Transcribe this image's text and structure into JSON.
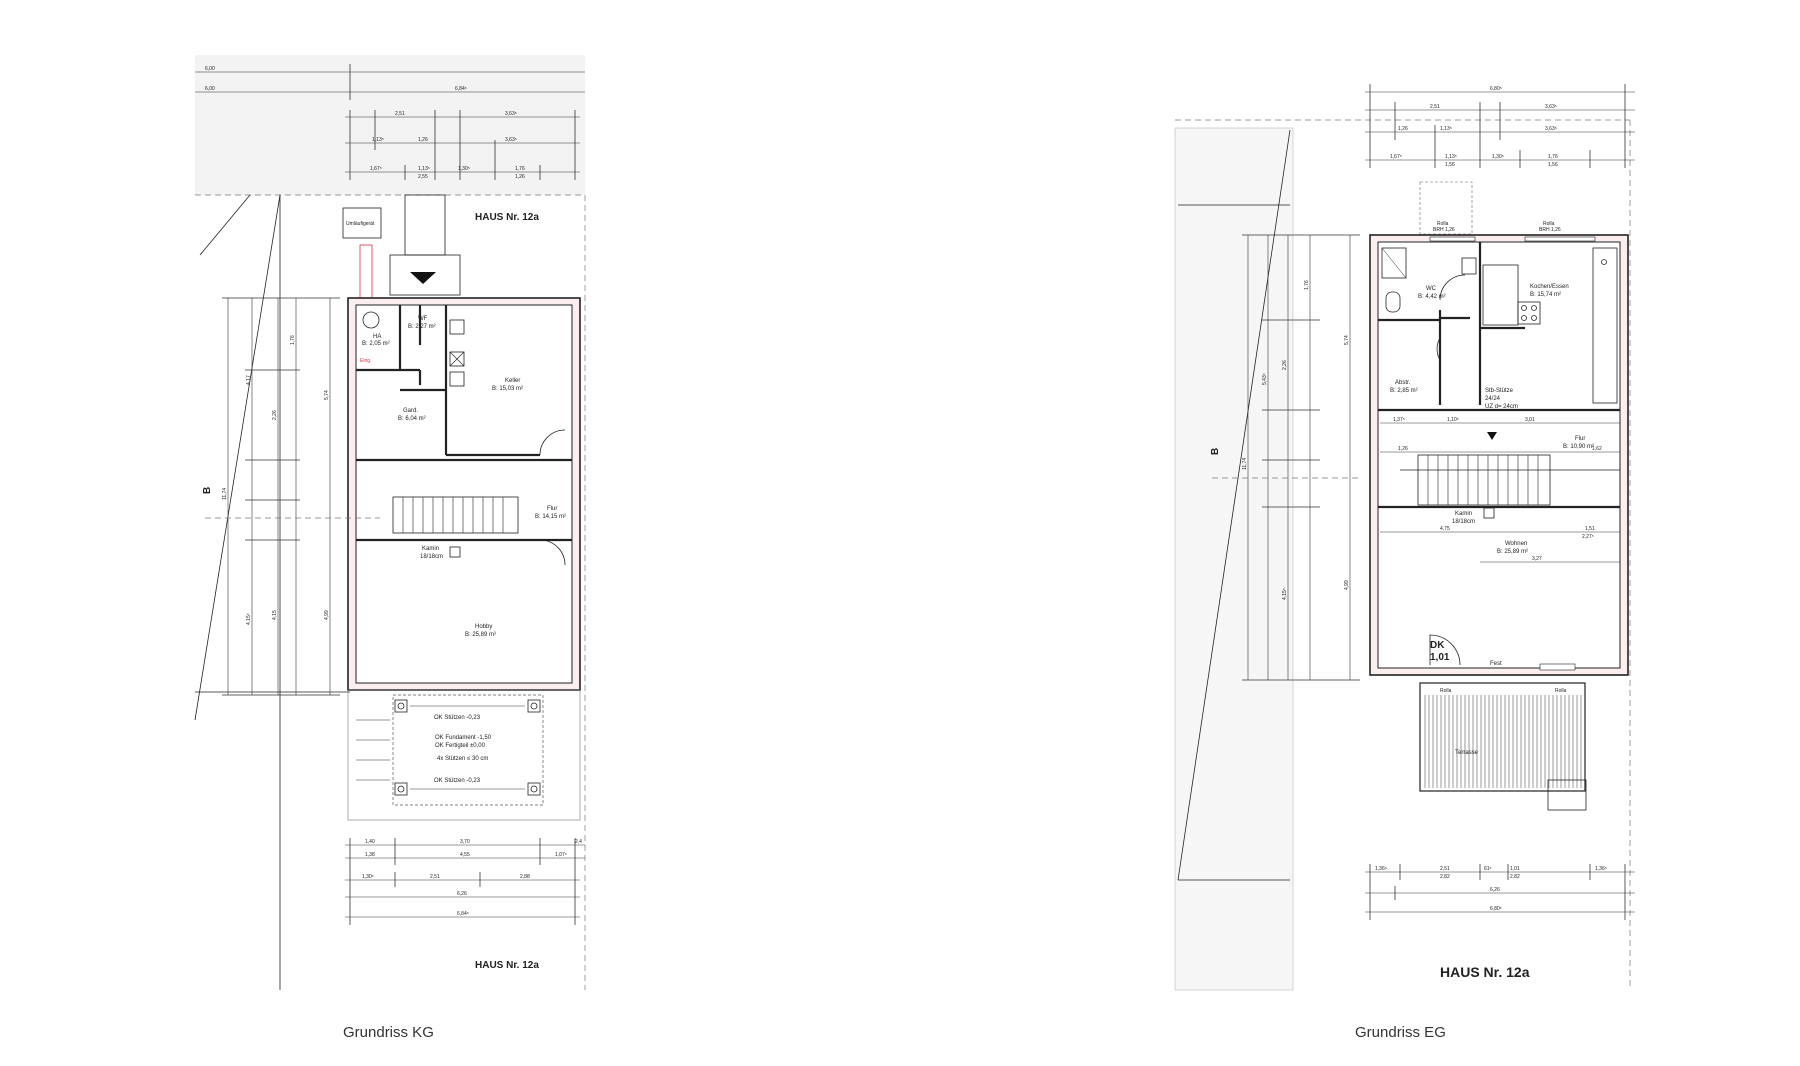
{
  "captions": {
    "kg": "Grundriss KG",
    "eg": "Grundriss EG"
  },
  "kg": {
    "house_label_top": "HAUS Nr. 12a",
    "house_label_bottom": "HAUS Nr. 12a",
    "section_mark": "B",
    "muell": "Umläufigerät",
    "entry_red": "Eing.",
    "rooms": [
      {
        "key": "ha",
        "name": "HA",
        "area": "B: 2,05 m²"
      },
      {
        "key": "wf",
        "name": "WF",
        "area": "B: 2,27 m²"
      },
      {
        "key": "keller",
        "name": "Keller",
        "area": "B: 15,03 m²"
      },
      {
        "key": "gard",
        "name": "Gard.",
        "area": "B: 6,04 m²"
      },
      {
        "key": "flur",
        "name": "Flur",
        "area": "B: 14,15 m²"
      },
      {
        "key": "kamin",
        "name": "Kamin",
        "area": "18/18cm"
      },
      {
        "key": "hobby",
        "name": "Hobby",
        "area": "B: 25,89 m²"
      }
    ],
    "notes": [
      "OK Stützen -0,23",
      "OK Fundament -1,50",
      "OK Fertigteil ±0,00",
      "4x Stützen ≤ 30 cm",
      "OK Stützen -0,23"
    ],
    "dims_top": [
      "6,00",
      "6,00",
      "6,84⁵",
      "2,51",
      "3,63⁵",
      "1,13⁵",
      "1,26",
      "3,63⁵",
      "1,67⁵",
      "1,13⁵",
      "1,30⁵",
      "1,76",
      "2,55",
      "1,26"
    ],
    "dims_bottom": [
      "1,40",
      "3,70",
      "2,4",
      "1,38",
      "4,55",
      "1,07⁵",
      "1,30⁵",
      "2,51",
      "2,88",
      "6,26",
      "6,84⁵"
    ],
    "dims_left": [
      "11,74",
      "4,17",
      "2,26",
      "1,76",
      "4,15",
      "4,15⁵",
      "5,74",
      "4,99"
    ]
  },
  "eg": {
    "house_label": "HAUS Nr. 12a",
    "section_mark": "B",
    "rooms": [
      {
        "key": "wc",
        "name": "WC",
        "area": "B: 4,42 m²"
      },
      {
        "key": "kochen",
        "name": "Kochen/Essen",
        "area": "B: 15,74 m²"
      },
      {
        "key": "abstr",
        "name": "Abstr.",
        "area": "B: 2,85 m²"
      },
      {
        "key": "flur",
        "name": "Flur",
        "area": "B: 10,90 m²"
      },
      {
        "key": "kamin",
        "name": "Kamin",
        "area": "18/18cm"
      },
      {
        "key": "wohnen",
        "name": "Wohnen",
        "area": "B: 25,89 m²"
      },
      {
        "key": "terrasse",
        "name": "Terrasse",
        "area": ""
      }
    ],
    "stuetze": [
      "Stb-Stütze",
      "24/24",
      "UZ d= 24cm"
    ],
    "window_labels": [
      "Rolla",
      "BRH 1,26",
      "Rolla",
      "BRH 1,26",
      "Rolla",
      "Rolla"
    ],
    "dk_label": [
      "DK",
      "1,01"
    ],
    "fest": "Fest",
    "dims_top": [
      "6,80⁵",
      "2,51",
      "3,63⁵",
      "1,26",
      "1,13⁵",
      "3,63⁵",
      "1,67⁵",
      "1,13⁵",
      "1,30⁵",
      "1,76",
      "1,56",
      "1,56"
    ],
    "dims_bottom": [
      "1,36⁵",
      "2,51",
      "2,82",
      "61⁵",
      "1,01",
      "2,82",
      "1,36⁵",
      "6,26",
      "6,80⁵"
    ],
    "dims_left": [
      "11,74",
      "5,43⁵",
      "2,26",
      "1,76",
      "4,15⁵",
      "5,74",
      "4,99"
    ],
    "dims_inner": [
      "1,37⁵",
      "1,10⁵",
      "3,01",
      "1,26",
      "4,75",
      "1,51",
      "2,27⁵",
      "3,27",
      "1,62"
    ]
  }
}
